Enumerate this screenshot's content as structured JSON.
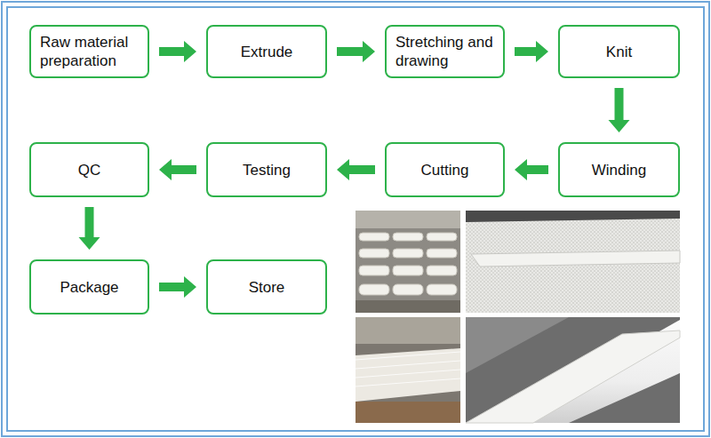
{
  "diagram": {
    "nodes": [
      {
        "text": [
          "Raw material preparation"
        ]
      },
      {
        "text": [
          "Extrude"
        ]
      },
      {
        "text": [
          "Stretching and drawing"
        ]
      },
      {
        "text": [
          "Knit"
        ]
      },
      {
        "text": [
          "Winding"
        ]
      },
      {
        "text": [
          "Cutting"
        ]
      },
      {
        "text": [
          "Testing"
        ]
      },
      {
        "text": [
          "QC"
        ]
      },
      {
        "text": [
          "Package"
        ]
      },
      {
        "text": [
          "Store"
        ]
      }
    ],
    "edges": [
      {
        "from": 0,
        "to": 1,
        "arrow": "to"
      },
      {
        "from": 1,
        "to": 2,
        "arrow": "to"
      },
      {
        "from": 2,
        "to": 3,
        "arrow": "to"
      },
      {
        "from": 3,
        "to": 4,
        "arrow": "to"
      },
      {
        "from": 4,
        "to": 5,
        "arrow": "to"
      },
      {
        "from": 5,
        "to": 6,
        "arrow": "to"
      },
      {
        "from": 6,
        "to": 7,
        "arrow": "to"
      },
      {
        "from": 7,
        "to": 8,
        "arrow": "to"
      },
      {
        "from": 8,
        "to": 9,
        "arrow": "to"
      }
    ]
  }
}
